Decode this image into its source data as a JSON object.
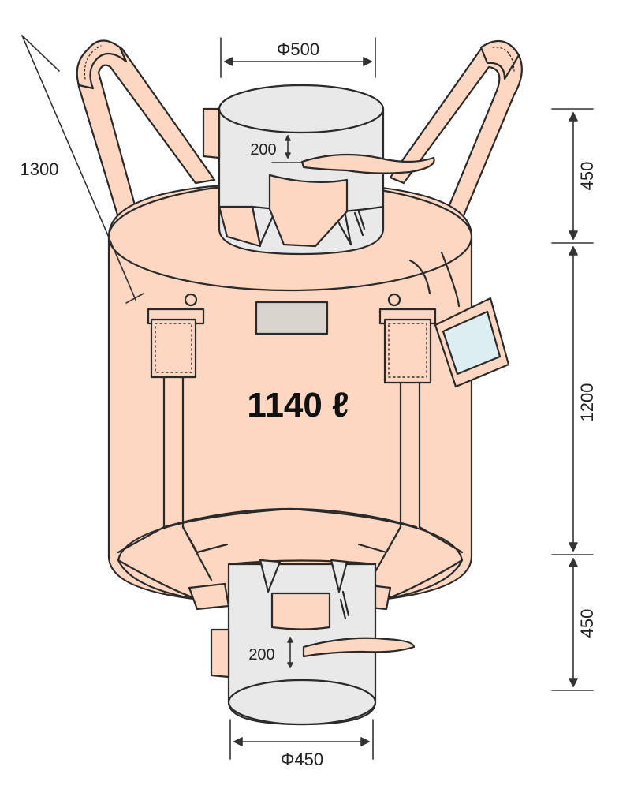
{
  "capacity_label": "1140 ℓ",
  "dimensions": {
    "top_spout_diameter": "Φ500",
    "bottom_spout_diameter": "Φ450",
    "top_spout_height": "200",
    "bottom_spout_height": "200",
    "loop_length": "1300",
    "top_height": "450",
    "body_height": "1200",
    "bottom_height": "450"
  },
  "colors": {
    "bag_fill": "#fdd7c1",
    "spout_fill": "#e9e9ea",
    "outline": "#2a2a2a",
    "label_patch": "#d9d4cc",
    "tag_fill": "#ddeef3"
  }
}
